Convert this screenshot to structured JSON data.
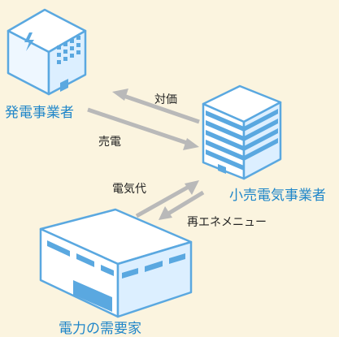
{
  "entities": {
    "generator": "発電事業者",
    "retailer": "小売電気事業者",
    "consumer": "電力の需要家"
  },
  "flows": {
    "payment": "対価",
    "sale": "売電",
    "electricity_fee": "電気代",
    "renewable_menu": "再エネメニュー"
  },
  "colors": {
    "background": "#fbf4df",
    "building_blue": "#5aa8e0",
    "building_light": "#dcefff",
    "arrow_gray": "#b9b9b9",
    "label_blue": "#1f86c9"
  }
}
